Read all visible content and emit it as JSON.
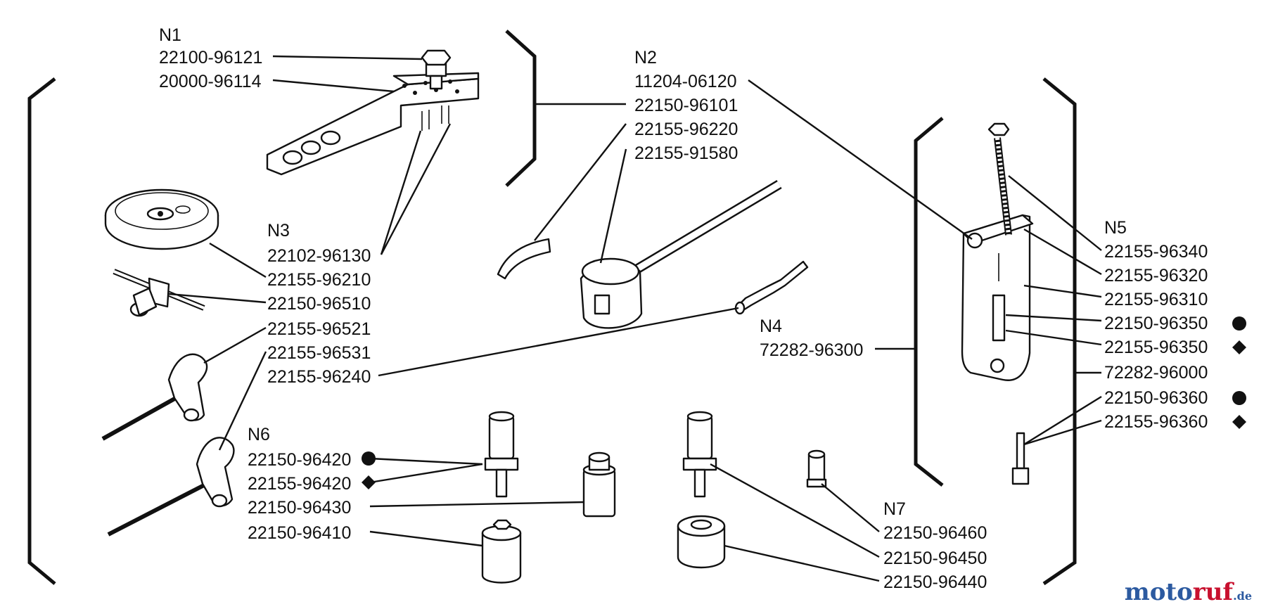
{
  "groups": {
    "n1": "N1",
    "n2": "N2",
    "n3": "N3",
    "n4": "N4",
    "n5": "N5",
    "n6": "N6",
    "n7": "N7"
  },
  "parts": {
    "p_22100_96121": "22100-96121",
    "p_20000_96114": "20000-96114",
    "p_11204_06120": "11204-06120",
    "p_22150_96101": "22150-96101",
    "p_22155_96220": "22155-96220",
    "p_22155_91580": "22155-91580",
    "p_22102_96130": "22102-96130",
    "p_22155_96210": "22155-96210",
    "p_22150_96510": "22150-96510",
    "p_22155_96521": "22155-96521",
    "p_22155_96531": "22155-96531",
    "p_22155_96240": "22155-96240",
    "p_72282_96300": "72282-96300",
    "p_22155_96340": "22155-96340",
    "p_22155_96320": "22155-96320",
    "p_22155_96310": "22155-96310",
    "p_22150_96350": "22150-96350",
    "p_22155_96350": "22155-96350",
    "p_72282_96000": "72282-96000",
    "p_22150_96360": "22150-96360",
    "p_22155_96360": "22155-96360",
    "p_22150_96420": "22150-96420",
    "p_22155_96420": "22155-96420",
    "p_22150_96430": "22150-96430",
    "p_22150_96410": "22150-96410",
    "p_22150_96460": "22150-96460",
    "p_22150_96450": "22150-96450",
    "p_22150_96440": "22150-96440"
  },
  "markers": {
    "circle": "circle-marker",
    "diamond": "diamond-marker"
  },
  "watermark": {
    "part1": "moto",
    "part2": "ruf",
    "part3": ".de"
  }
}
